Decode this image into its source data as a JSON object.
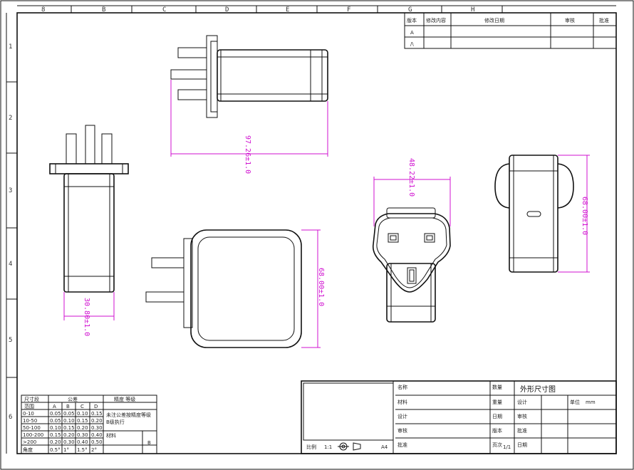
{
  "sheet": {
    "top_zones": [
      "8",
      "B",
      "C",
      "D",
      "E",
      "F",
      "G",
      "H"
    ],
    "side_zones": [
      "1",
      "2",
      "3",
      "4",
      "5",
      "6"
    ]
  },
  "revision_block": {
    "headers": [
      "版本",
      "修改内容",
      "修改日期",
      "审核",
      "批准"
    ],
    "rows": [
      {
        "mark": "A",
        "text": ""
      },
      {
        "mark": "/\\",
        "text": ""
      }
    ]
  },
  "dimensions": {
    "top_length": "97.26±1.0",
    "side_width": "30.80±1.0",
    "front_height": "68.00±1.0",
    "plug_width": "48.22±1.0",
    "back_height": "68.00±1.0"
  },
  "tolerance_table": {
    "title_left": "尺寸段",
    "title_mid": "公差",
    "title_right": "精度 等级",
    "col_headers": [
      "范围",
      "A",
      "B",
      "C",
      "D"
    ],
    "rows": [
      [
        "0-10",
        "0.05",
        "0.05",
        "0.10",
        "0.15"
      ],
      [
        "10-50",
        "0.05",
        "0.10",
        "0.15",
        "0.20"
      ],
      [
        "50-100",
        "0.10",
        "0.15",
        "0.20",
        "0.30"
      ],
      [
        "100-200",
        "0.15",
        "0.20",
        "0.30",
        "0.40"
      ],
      [
        ">200",
        "0.20",
        "0.30",
        "0.40",
        "0.50"
      ],
      [
        "角度",
        "0.5°",
        "1°",
        "1.5°",
        "2°"
      ]
    ],
    "notes": [
      "未注公差按精度等级",
      "B级执行"
    ],
    "material_label": "材料",
    "grade_value": "B"
  },
  "title_block": {
    "drawing_title": "外形尺寸图",
    "scale_label": "比例",
    "scale_value": "1:1",
    "unit_label": "单位",
    "unit_value": "mm",
    "sheet_label": "A4",
    "left_labels": [
      "名称",
      "材料",
      "设计",
      "审核",
      "批准"
    ],
    "mid_labels": [
      "数量",
      "重量",
      "日期",
      "版本",
      "页次"
    ],
    "right_labels": [
      "设计",
      "审核",
      "批准",
      "日期"
    ],
    "page_value": "1/1"
  }
}
